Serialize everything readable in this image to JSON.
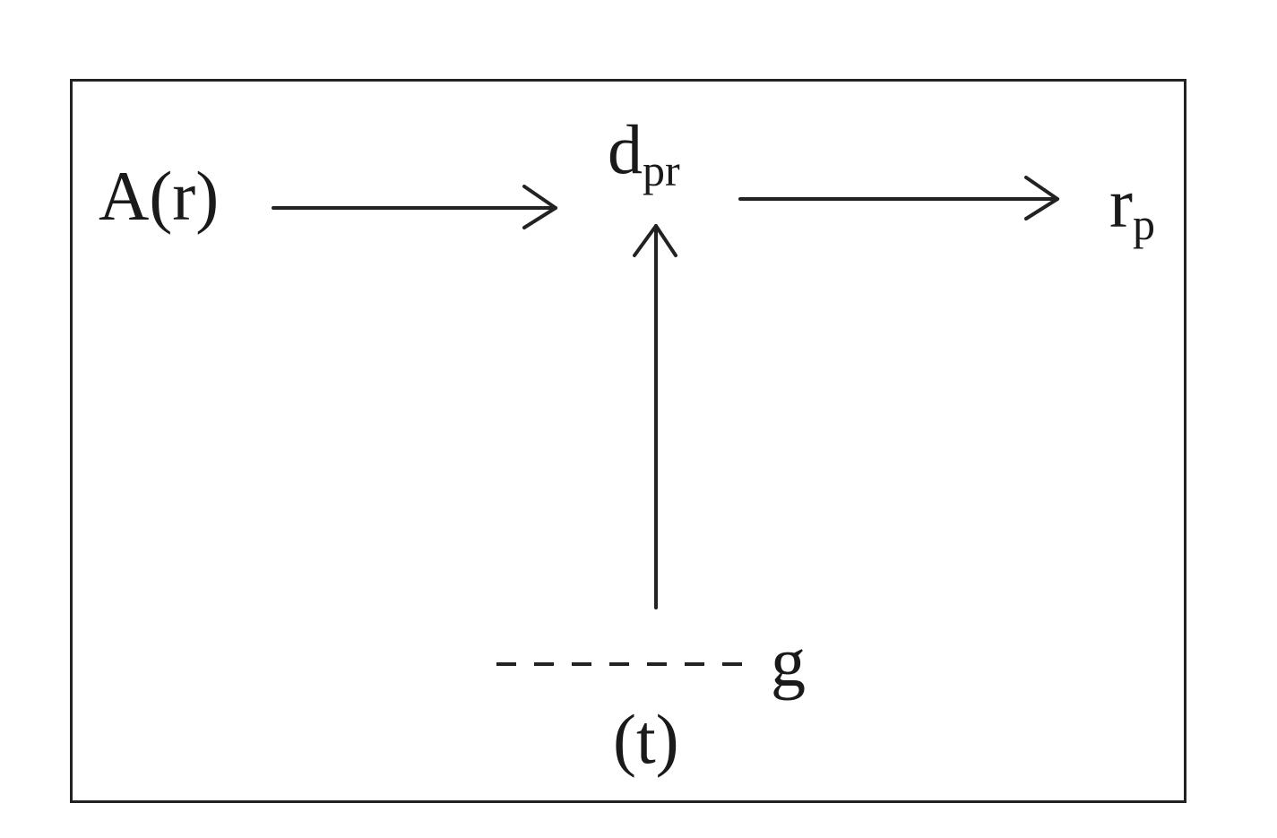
{
  "nodes": {
    "a": {
      "text": "A(r)"
    },
    "d": {
      "base": "d",
      "sub": "pr"
    },
    "r": {
      "base": "r",
      "sub": "p"
    },
    "g": {
      "text": "g"
    },
    "t": {
      "text": "(t)"
    }
  },
  "colors": {
    "stroke": "#222222",
    "text": "#1a1a1a"
  }
}
